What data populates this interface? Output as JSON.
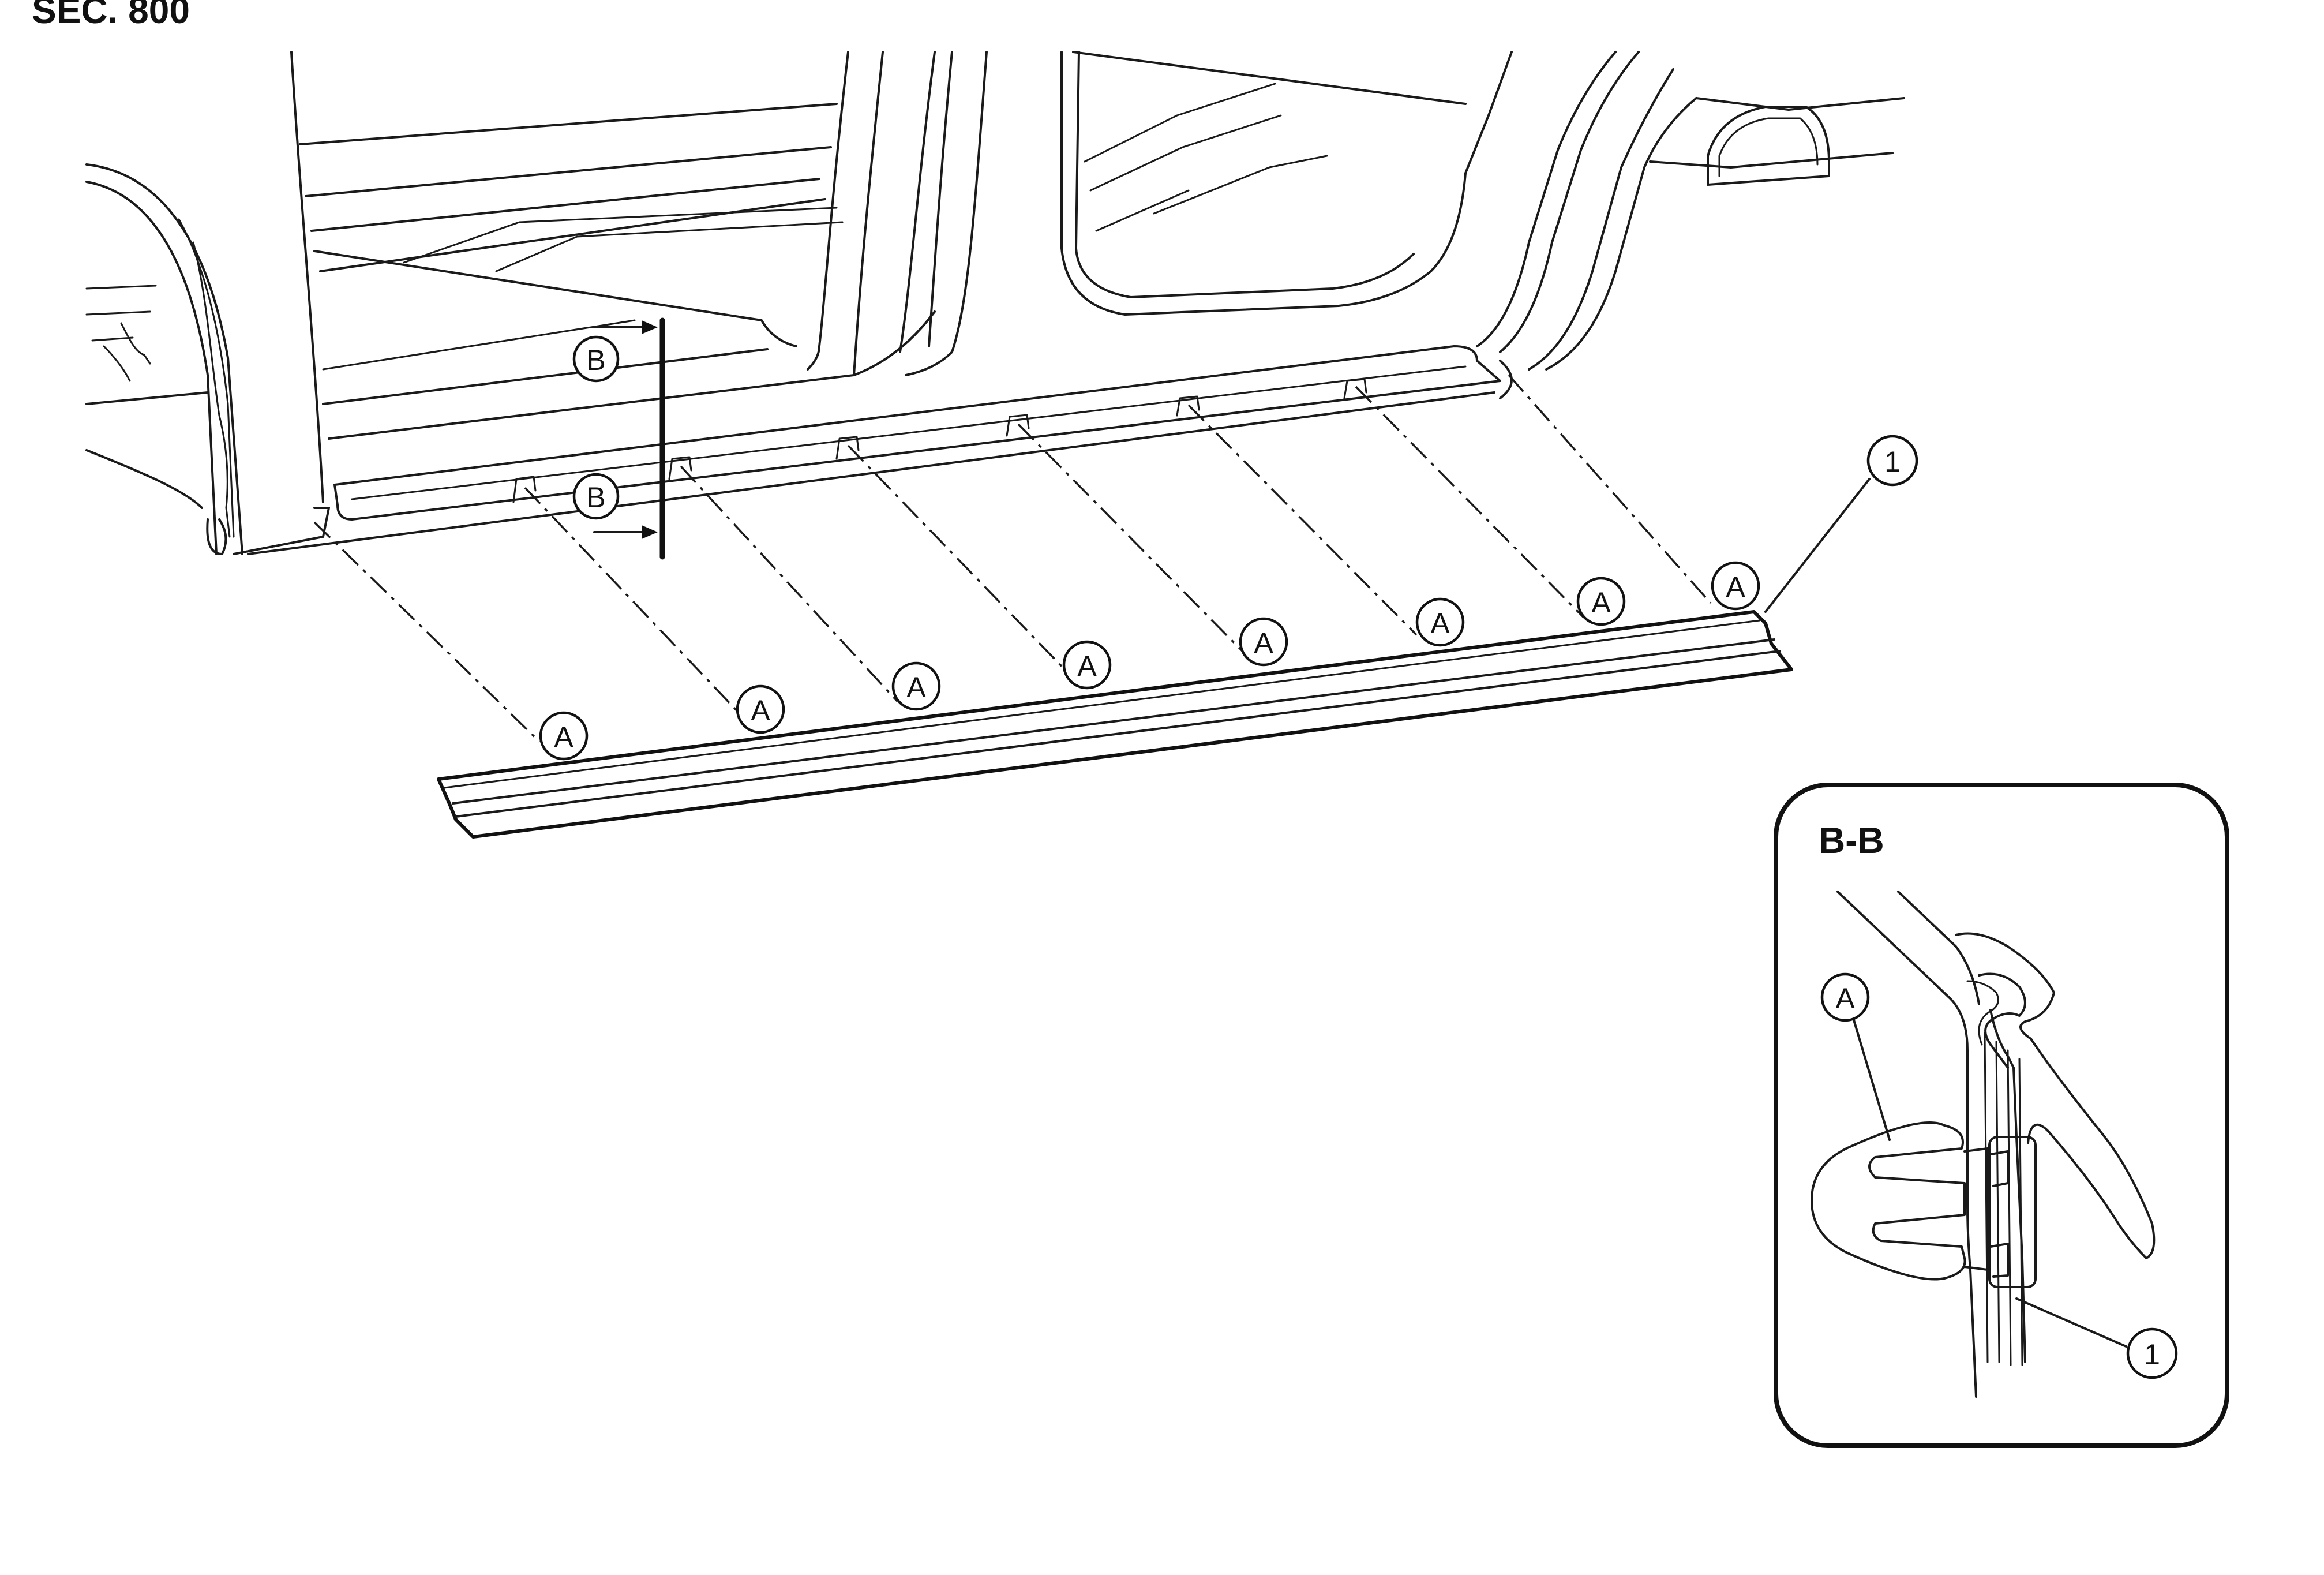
{
  "header": {
    "section_code": "SEC. 800"
  },
  "callouts": {
    "clip_letter": "A",
    "section_letter": "B",
    "part_number": "1"
  },
  "detail_view": {
    "title": "B-B"
  },
  "colors": {
    "line": "#1a1a1a",
    "background": "#ffffff"
  }
}
